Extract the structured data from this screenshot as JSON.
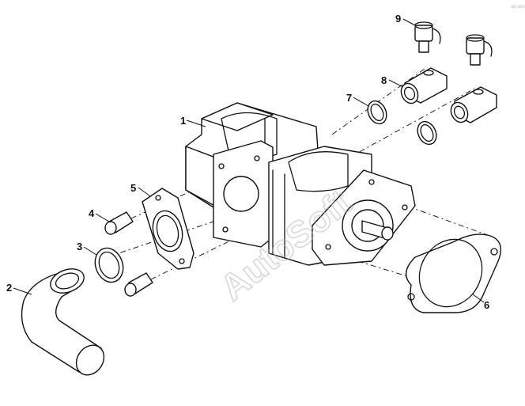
{
  "figure": {
    "watermark": "AutoSoft",
    "corner_mark": "ap-wm"
  },
  "callouts": [
    {
      "id": "1",
      "label": "1"
    },
    {
      "id": "2",
      "label": "2"
    },
    {
      "id": "3",
      "label": "3"
    },
    {
      "id": "4",
      "label": "4"
    },
    {
      "id": "5",
      "label": "5"
    },
    {
      "id": "6",
      "label": "6"
    },
    {
      "id": "7",
      "label": "7"
    },
    {
      "id": "8",
      "label": "8"
    },
    {
      "id": "9",
      "label": "9"
    }
  ]
}
